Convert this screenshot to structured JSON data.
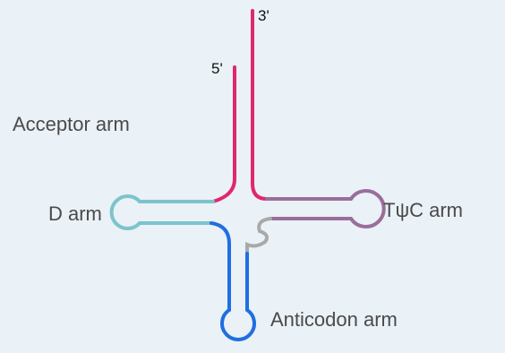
{
  "labels": {
    "three_prime": "3'",
    "five_prime": "5'",
    "acceptor_arm": "Acceptor arm",
    "d_arm": "D arm",
    "tpsic_arm": "TψC  arm",
    "anticodon_arm": "Anticodon arm"
  },
  "colors": {
    "background": "#eaf1f7",
    "acceptor_stem": "#e0286a",
    "d_arm": "#7cc4cc",
    "tpsic_arm": "#9a6e9a",
    "anticodon_arm": "#1f6fe0",
    "variable_loop": "#a9a9a9",
    "label_text": "#4a4a4a",
    "end_label_text": "#111111"
  }
}
